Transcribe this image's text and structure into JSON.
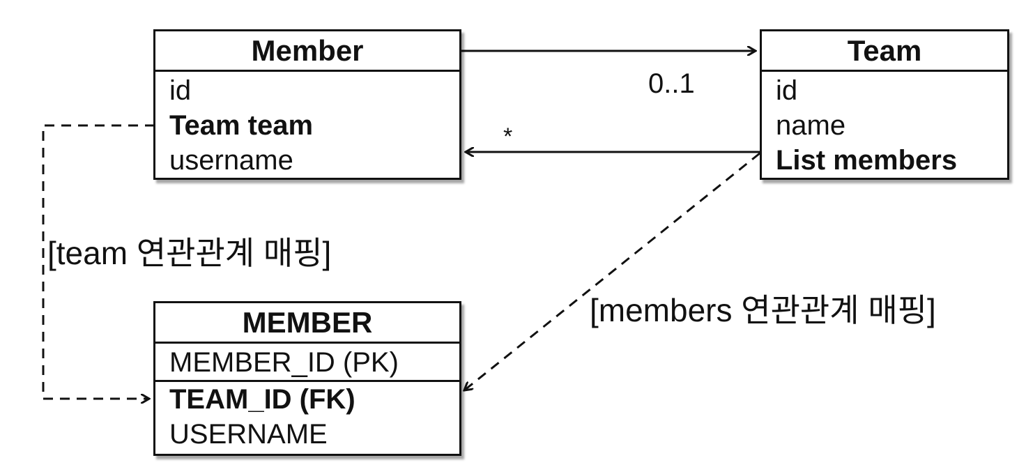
{
  "entities": {
    "member_class": {
      "title": "Member",
      "fields": [
        "id",
        "Team team",
        "username"
      ]
    },
    "team_class": {
      "title": "Team",
      "fields": [
        "id",
        "name",
        "List members"
      ]
    },
    "member_table": {
      "title": "MEMBER",
      "fields": [
        "MEMBER_ID (PK)",
        "TEAM_ID (FK)",
        "USERNAME"
      ]
    }
  },
  "associations": {
    "member_to_team_multiplicity": "0..1",
    "team_to_member_multiplicity": "*"
  },
  "mapping_labels": {
    "team_mapping": "[team 연관관계 매핑]",
    "members_mapping": "[members 연관관계 매핑]"
  }
}
